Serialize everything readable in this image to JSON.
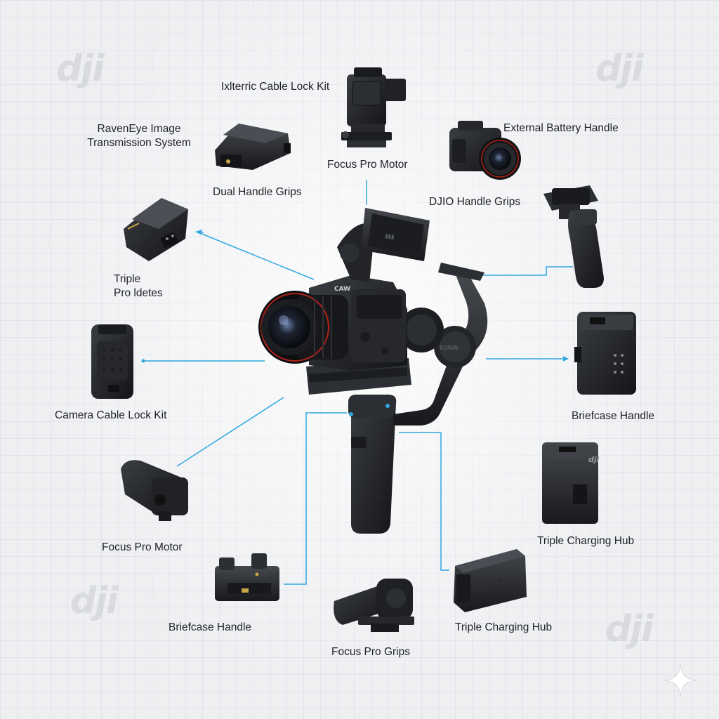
{
  "watermark": "dji",
  "accent_color": "#2fa7e0",
  "labels": {
    "external_cable_lock_kit": "Ixlterric Cable Lock Kit",
    "raveneye_line1": "RavenEye Image",
    "raveneye_line2": "Transmission System",
    "focus_pro_motor_top": "Focus Pro Motor",
    "external_battery_handle": "External Battery Handle",
    "dual_handle_grips": "Dual Handle Grips",
    "djio_handle_grips": "DJIO Handle Grips",
    "triple_pro_line1": "Triple",
    "triple_pro_line2": "Pro ldetes",
    "camera_cable_lock_kit": "Camera Cable Lock Kit",
    "briefcase_handle_right": "Briefcase Handle",
    "focus_pro_motor_left": "Focus Pro Motor",
    "triple_charging_hub_right": "Triple Charging Hub",
    "briefcase_handle_bottom": "Briefcase Handle",
    "triple_charging_hub_bottom": "Triple Charging Hub",
    "focus_pro_grips": "Focus Pro Grips"
  },
  "camera_marks": {
    "brand": "CAW",
    "gimbal_mark": "RONIN"
  },
  "charger_marks": {
    "brand": "dji"
  }
}
